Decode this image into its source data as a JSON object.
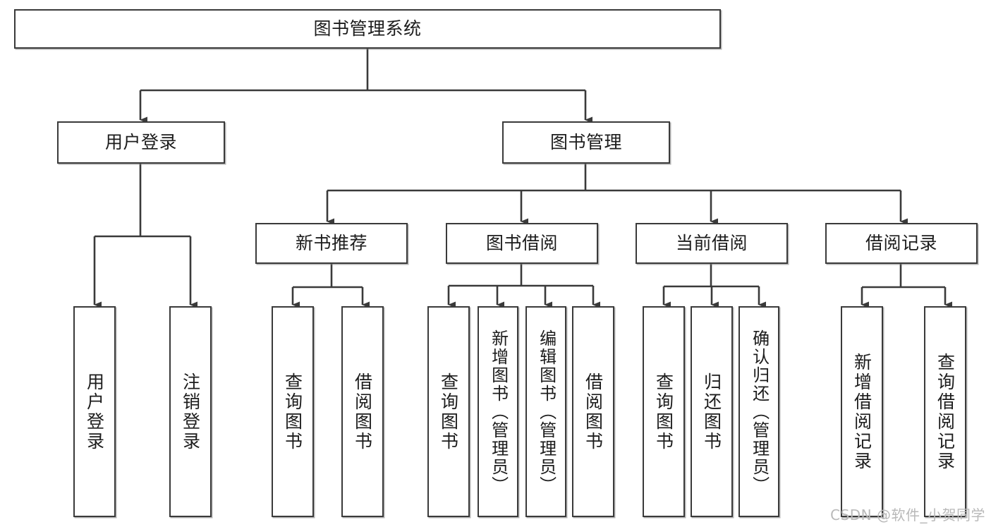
{
  "diagram": {
    "title": "图书管理系统",
    "type": "tree-hierarchy-chart",
    "watermark": "CSDN @软件_小贺同学",
    "colors": {
      "box_border": "#3a3a3a",
      "box_fill": "#ffffff",
      "connector": "#3a3a3a",
      "text": "#1c1c1c",
      "watermark": "#b9b9b9",
      "background": "#ffffff"
    },
    "nodes": {
      "root": {
        "label": "图书管理系统"
      },
      "level2": [
        {
          "id": "user-login",
          "label": "用户登录"
        },
        {
          "id": "book-management",
          "label": "图书管理"
        }
      ],
      "level3": [
        {
          "id": "new-book-recommend",
          "label": "新书推荐"
        },
        {
          "id": "book-borrow",
          "label": "图书借阅"
        },
        {
          "id": "current-borrow",
          "label": "当前借阅"
        },
        {
          "id": "borrow-record",
          "label": "借阅记录"
        }
      ],
      "leaves": {
        "user_login": [
          {
            "id": "leaf-user-login",
            "label": "用户登录"
          },
          {
            "id": "leaf-user-logout",
            "label": "注销登录"
          }
        ],
        "new_book_recommend": [
          {
            "id": "leaf-query-book-1",
            "label": "查询图书"
          },
          {
            "id": "leaf-borrow-book-1",
            "label": "借阅图书"
          }
        ],
        "book_borrow": [
          {
            "id": "leaf-query-book-2",
            "label": "查询图书"
          },
          {
            "id": "leaf-add-book",
            "label": "新增图书（管理员）"
          },
          {
            "id": "leaf-edit-book",
            "label": "编辑图书（管理员）"
          },
          {
            "id": "leaf-borrow-book-2",
            "label": "借阅图书"
          }
        ],
        "current_borrow": [
          {
            "id": "leaf-query-book-3",
            "label": "查询图书"
          },
          {
            "id": "leaf-return-book",
            "label": "归还图书"
          },
          {
            "id": "leaf-confirm-return",
            "label": "确认归还（管理员）"
          }
        ],
        "borrow_record": [
          {
            "id": "leaf-add-record",
            "label": "新增借阅记录"
          },
          {
            "id": "leaf-query-record",
            "label": "查询借阅记录"
          }
        ]
      }
    }
  }
}
